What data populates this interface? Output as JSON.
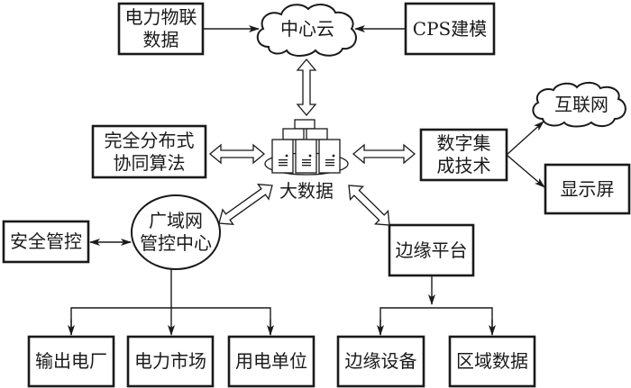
{
  "diagram": {
    "nodes": {
      "iot_data": "电力物联\n数据",
      "central_cloud": "中心云",
      "cps_modeling": "CPS建模",
      "distributed_algo": "完全分布式\n协同算法",
      "big_data": "大数据",
      "digital_integration": "数字集\n成技术",
      "internet": "互联网",
      "display": "显示屏",
      "security_control": "安全管控",
      "wan_control_center": "广域网\n管控中心",
      "edge_platform": "边缘平台",
      "power_plant": "输出电厂",
      "power_market": "电力市场",
      "power_consumer": "用电单位",
      "edge_device": "边缘设备",
      "regional_data": "区域数据"
    },
    "edges": [
      {
        "from": "iot_data",
        "to": "central_cloud",
        "type": "arrow"
      },
      {
        "from": "cps_modeling",
        "to": "central_cloud",
        "type": "arrow"
      },
      {
        "from": "central_cloud",
        "to": "big_data",
        "type": "double-hollow-arrow"
      },
      {
        "from": "distributed_algo",
        "to": "big_data",
        "type": "double-hollow-arrow"
      },
      {
        "from": "digital_integration",
        "to": "big_data",
        "type": "double-hollow-arrow"
      },
      {
        "from": "digital_integration",
        "to": "internet",
        "type": "arrow"
      },
      {
        "from": "digital_integration",
        "to": "display",
        "type": "arrow"
      },
      {
        "from": "big_data",
        "to": "wan_control_center",
        "type": "double-hollow-arrow"
      },
      {
        "from": "big_data",
        "to": "edge_platform",
        "type": "double-hollow-arrow"
      },
      {
        "from": "security_control",
        "to": "wan_control_center",
        "type": "double-arrow"
      },
      {
        "from": "wan_control_center",
        "to": "power_plant",
        "type": "arrow"
      },
      {
        "from": "wan_control_center",
        "to": "power_market",
        "type": "arrow"
      },
      {
        "from": "wan_control_center",
        "to": "power_consumer",
        "type": "arrow"
      },
      {
        "from": "edge_platform",
        "to": "edge_device",
        "type": "arrow"
      },
      {
        "from": "edge_platform",
        "to": "regional_data",
        "type": "arrow"
      }
    ],
    "colors": {
      "stroke": "#1a1a1a",
      "background": "#ffffff"
    }
  }
}
